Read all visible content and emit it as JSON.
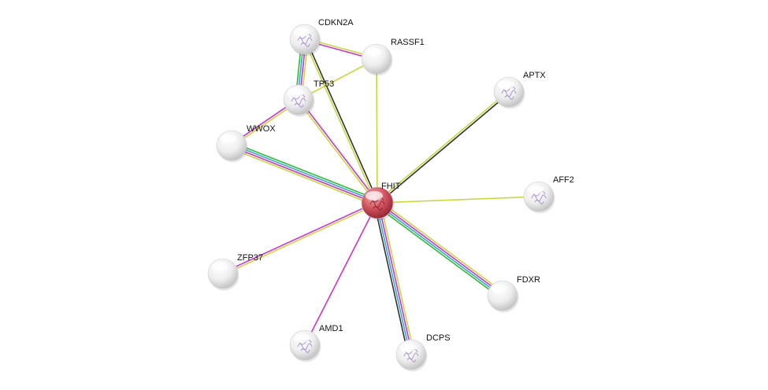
{
  "network": {
    "nodes": [
      {
        "id": "FHIT",
        "label": "FHIT",
        "query": true,
        "structure": true
      },
      {
        "id": "CDKN2A",
        "label": "CDKN2A",
        "query": false,
        "structure": true
      },
      {
        "id": "RASSF1",
        "label": "RASSF1",
        "query": false,
        "structure": false
      },
      {
        "id": "TP53",
        "label": "TP53",
        "query": false,
        "structure": true
      },
      {
        "id": "WWOX",
        "label": "WWOX",
        "query": false,
        "structure": false
      },
      {
        "id": "APTX",
        "label": "APTX",
        "query": false,
        "structure": true
      },
      {
        "id": "AFF2",
        "label": "AFF2",
        "query": false,
        "structure": true
      },
      {
        "id": "ZFP37",
        "label": "ZFP37",
        "query": false,
        "structure": false
      },
      {
        "id": "FDXR",
        "label": "FDXR",
        "query": false,
        "structure": false
      },
      {
        "id": "AMD1",
        "label": "AMD1",
        "query": false,
        "structure": true
      },
      {
        "id": "DCPS",
        "label": "DCPS",
        "query": false,
        "structure": true
      }
    ],
    "edges": [
      {
        "source": "FHIT",
        "target": "CDKN2A",
        "channels": [
          "textmining",
          "coexpression"
        ]
      },
      {
        "source": "FHIT",
        "target": "RASSF1",
        "channels": [
          "textmining"
        ]
      },
      {
        "source": "FHIT",
        "target": "TP53",
        "channels": [
          "textmining",
          "experiments"
        ]
      },
      {
        "source": "FHIT",
        "target": "WWOX",
        "channels": [
          "textmining",
          "experiments",
          "database",
          "neighborhood"
        ]
      },
      {
        "source": "FHIT",
        "target": "APTX",
        "channels": [
          "textmining",
          "coexpression"
        ]
      },
      {
        "source": "FHIT",
        "target": "AFF2",
        "channels": [
          "textmining"
        ]
      },
      {
        "source": "FHIT",
        "target": "ZFP37",
        "channels": [
          "textmining",
          "experiments"
        ]
      },
      {
        "source": "FHIT",
        "target": "FDXR",
        "channels": [
          "textmining",
          "experiments",
          "database",
          "neighborhood"
        ]
      },
      {
        "source": "FHIT",
        "target": "AMD1",
        "channels": [
          "experiments"
        ]
      },
      {
        "source": "FHIT",
        "target": "DCPS",
        "channels": [
          "textmining",
          "experiments",
          "database",
          "coexpression"
        ]
      },
      {
        "source": "CDKN2A",
        "target": "RASSF1",
        "channels": [
          "textmining",
          "experiments"
        ]
      },
      {
        "source": "CDKN2A",
        "target": "TP53",
        "channels": [
          "textmining",
          "experiments",
          "database",
          "neighborhood"
        ]
      },
      {
        "source": "TP53",
        "target": "RASSF1",
        "channels": [
          "textmining"
        ]
      },
      {
        "source": "TP53",
        "target": "WWOX",
        "channels": [
          "textmining",
          "experiments"
        ]
      }
    ],
    "channel_colors": {
      "textmining": "#c8d83c",
      "experiments": "#cc33cc",
      "database": "#33aacc",
      "neighborhood": "#33bb33",
      "coexpression": "#333333"
    },
    "node_colors": {
      "query_fill": "#c8404c",
      "neighbor_fill": "#eeeeee",
      "structure_tint": "#9a7cc8"
    }
  }
}
